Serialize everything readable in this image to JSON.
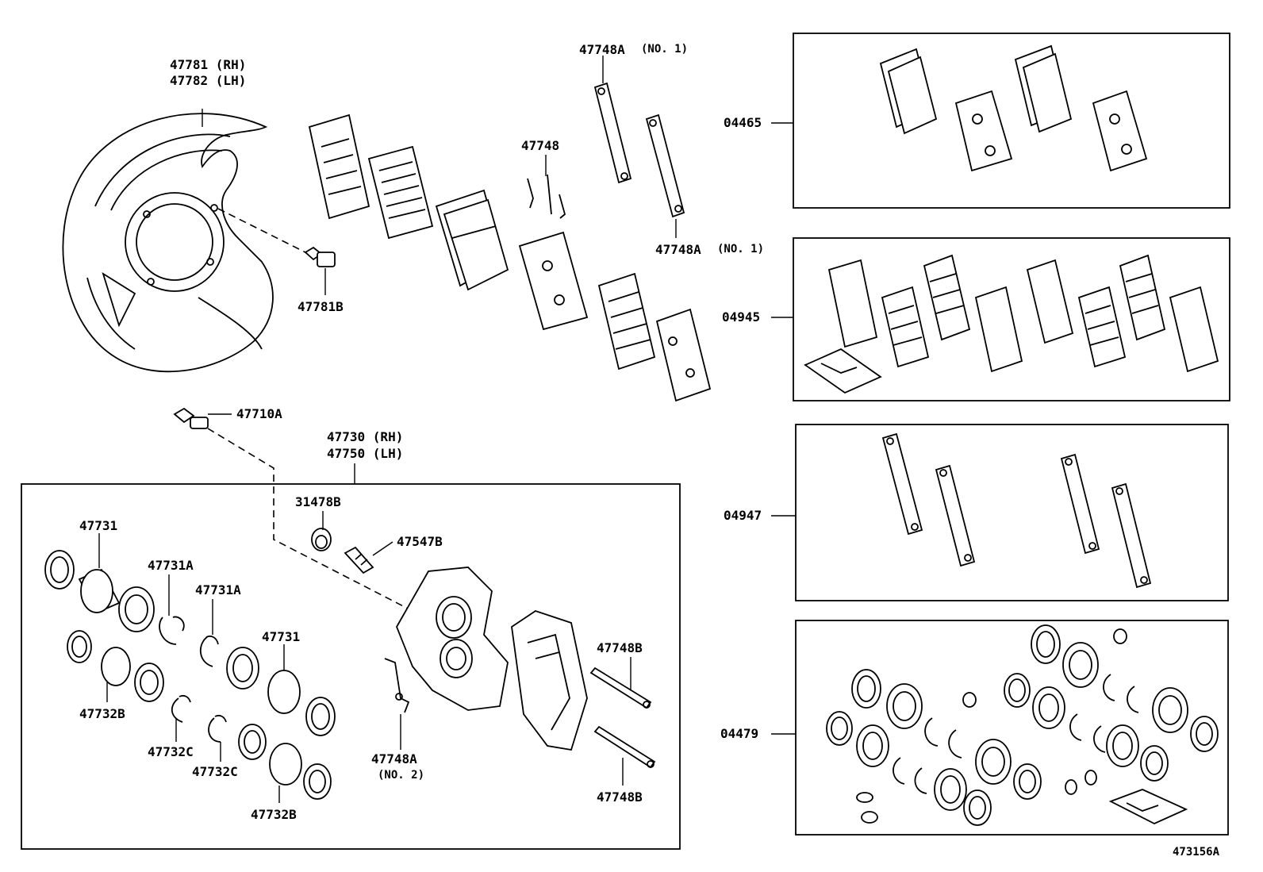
{
  "labels": {
    "shield_rh": "47781 (RH)",
    "shield_lh": "47782 (LH)",
    "bolt_shield": "47781B",
    "clip_top_left": "47748A",
    "clip_top_left_note": "(NO. 1)",
    "clip_top_right": "47748A",
    "clip_top_right_note": "(NO. 1)",
    "spring": "47748",
    "bolt_caliper": "47710A",
    "caliper_rh": "47730 (RH)",
    "caliper_lh": "47750 (LH)",
    "cap": "31478B",
    "bleeder": "47547B",
    "seal_top_left": "47731",
    "ring_a1": "47731A",
    "ring_a2": "47731A",
    "seal_mid": "47731",
    "piston_left": "47732B",
    "ring_c1": "47732C",
    "ring_c2": "47732C",
    "piston_bottom": "47732B",
    "clip_no2": "47748A",
    "clip_no2_note": "(NO. 2)",
    "pin_top": "47748B",
    "pin_bottom": "47748B",
    "kit_pads": "04465",
    "kit_shims": "04945",
    "kit_clips": "04947",
    "kit_seals": "04479",
    "figure_code": "473156A"
  }
}
